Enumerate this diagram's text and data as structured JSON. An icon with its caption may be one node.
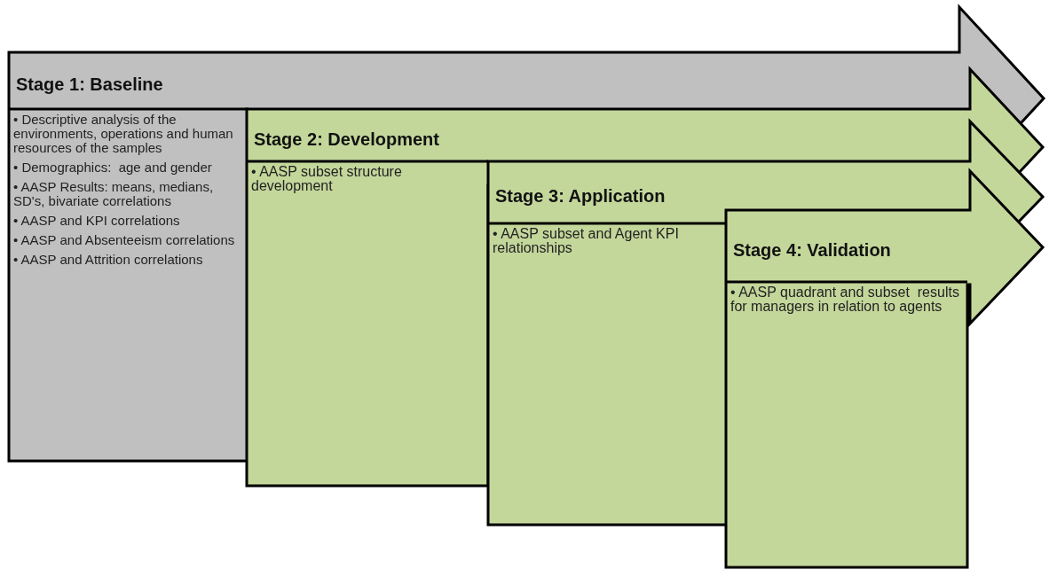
{
  "diagram": {
    "nodes": [
      {
        "text": [
          "Stage 1: Baseline",
          "• Descriptive analysis of the environments, operations and human resources of the samples",
          "• Demographics:  age and gender",
          "• AASP Results: means, medians, SD's, bivariate correlations",
          "• AASP and KPI correlations",
          "• AASP and Absenteeism correlations",
          "• AASP and Attrition correlations"
        ]
      },
      {
        "text": [
          "Stage 2: Development",
          "• AASP subset structure development"
        ]
      },
      {
        "text": [
          "Stage 3: Application",
          "• AASP subset and Agent KPI relationships"
        ]
      },
      {
        "text": [
          "Stage 4: Validation",
          "• AASP quadrant and subset  results for managers in relation to agents"
        ]
      }
    ]
  }
}
